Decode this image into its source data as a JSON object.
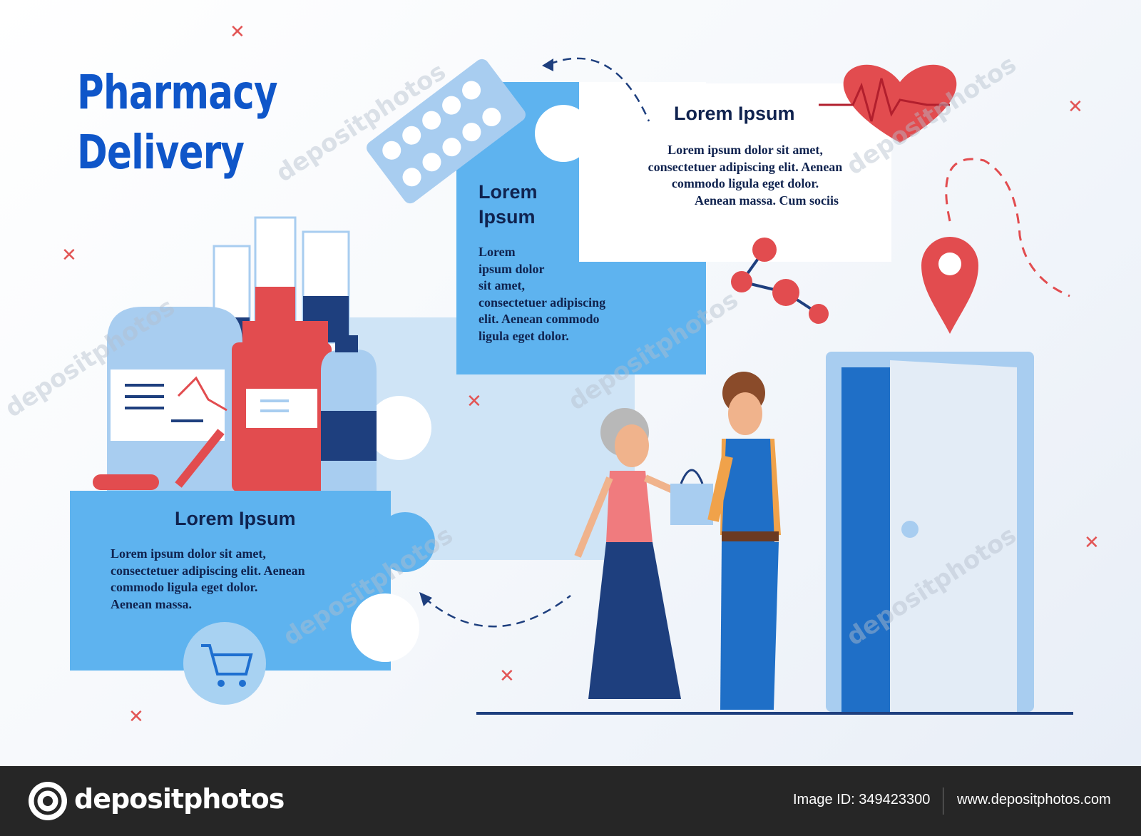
{
  "title": {
    "line1": "Pharmacy",
    "line2": "Delivery"
  },
  "cards": {
    "top_right": {
      "heading": "Lorem Ipsum",
      "body": [
        "Lorem ipsum dolor sit amet,",
        "consectetuer adipiscing elit. Aenean",
        "commodo ligula eget dolor.",
        "Aenean massa. Cum sociis"
      ]
    },
    "center": {
      "heading": [
        "Lorem",
        "Ipsum"
      ],
      "body": [
        "Lorem",
        "ipsum dolor",
        "sit amet,",
        "consectetuer adipiscing",
        "elit. Aenean commodo",
        "ligula eget dolor."
      ]
    },
    "bottom_left": {
      "heading": "Lorem Ipsum",
      "body": [
        "Lorem ipsum dolor sit amet,",
        "consectetuer adipiscing elit. Aenean",
        "commodo ligula eget dolor.",
        "Aenean massa."
      ]
    }
  },
  "watermark": "depositphotos",
  "footer": {
    "brand": "depositphotos",
    "image_id": "Image ID: 349423300",
    "url": "www.depositphotos.com"
  },
  "colors": {
    "title_blue": "#0f56c9",
    "card_blue": "#5eb3ef",
    "accent_red": "#e24c4f",
    "navy": "#1e3f7e",
    "footer_bg": "#262626"
  },
  "icons": [
    "pill-blister-icon",
    "heart-pulse-icon",
    "location-pin-icon",
    "molecule-icon",
    "shopping-cart-icon",
    "door-icon",
    "medicine-bottles-icon",
    "test-tubes-icon"
  ]
}
